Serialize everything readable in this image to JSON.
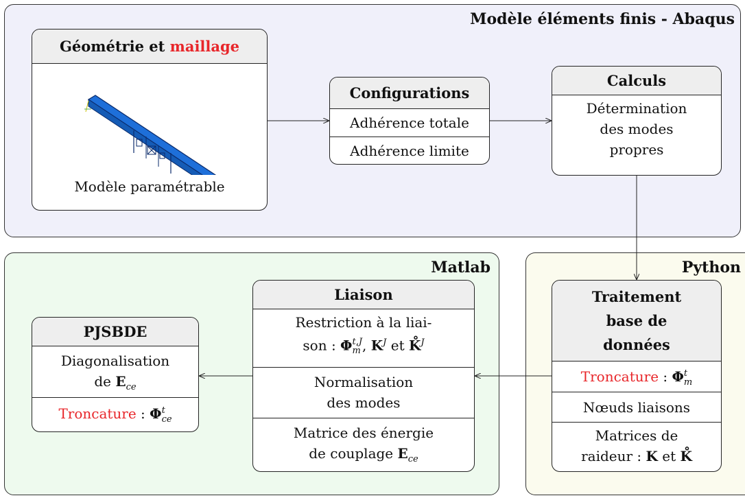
{
  "regions": {
    "abaqus": "Modèle éléments finis - Abaqus",
    "matlab": "Matlab",
    "python": "Python"
  },
  "geometrie": {
    "title_black": "Géométrie et ",
    "title_red": "maillage",
    "caption": "Modèle paramétrable"
  },
  "configurations": {
    "title": "Configurations",
    "items": [
      "Adhérence totale",
      "Adhérence limite"
    ]
  },
  "calculs": {
    "title": "Calculs",
    "lines": [
      "Détermination",
      "des modes",
      "propres"
    ]
  },
  "traitement": {
    "title_lines": [
      "Traitement",
      "base de",
      "données"
    ],
    "troncature_label": "Troncature",
    "troncature_rest": " : ",
    "phi": "Φ",
    "phi_sup": "t",
    "phi_sub": "m",
    "noeuds": "Nœuds liaisons",
    "matrices_line1": "Matrices de",
    "matrices_line2_a": "raideur : ",
    "K": "K",
    "et": " et ",
    "Kring": "K̊"
  },
  "liaison": {
    "title": "Liaison",
    "restriction_line1": "Restriction à la liai-",
    "restriction_line2_a": "son : ",
    "phi": "Φ",
    "phi_sup": "t,J",
    "phi_sub": "m",
    "comma": ", ",
    "K": "K",
    "K_sup": "J",
    "et": " et ",
    "Kring": "K̊",
    "Kring_sup": "J",
    "normalisation_lines": [
      "Normalisation",
      "des modes"
    ],
    "matrice_line1": "Matrice des énergie",
    "matrice_line2_a": "de couplage ",
    "E": "E",
    "E_sub": "ce"
  },
  "pjsbde": {
    "title": "PJSBDE",
    "diag_line1": "Diagonalisation",
    "diag_line2_a": "de ",
    "E": "E",
    "E_sub": "ce",
    "troncature_label": "Troncature",
    "troncature_rest": " : ",
    "phi": "Φ",
    "phi_sup": "t",
    "phi_sub": "ce"
  },
  "colors": {
    "accent_red": "#e8262a",
    "beam_blue": "#1e6fd9",
    "abaqus_bg": "#f0f0fa",
    "matlab_bg": "#eefaee",
    "python_bg": "#fbfbee"
  }
}
